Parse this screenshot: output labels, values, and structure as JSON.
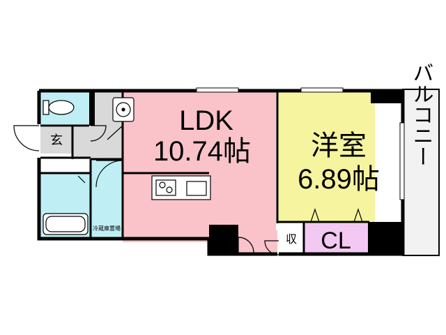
{
  "floorplan": {
    "rooms": {
      "ldk_name": "LDK",
      "ldk_size": "10.74帖",
      "western_name": "洋室",
      "western_size": "6.89帖",
      "closet": "CL",
      "storage": "収",
      "entrance": "玄",
      "balcony": "バルコニー",
      "washer_space": "冷蔵庫置場"
    },
    "colors": {
      "ldk": "#f9c3c9",
      "western": "#f7f4a0",
      "closet": "#f3c8f3",
      "wet_area": "#bfeff5",
      "entrance": "#d9d9d9",
      "balcony": "#f2f2f2",
      "wall": "#000000"
    }
  }
}
